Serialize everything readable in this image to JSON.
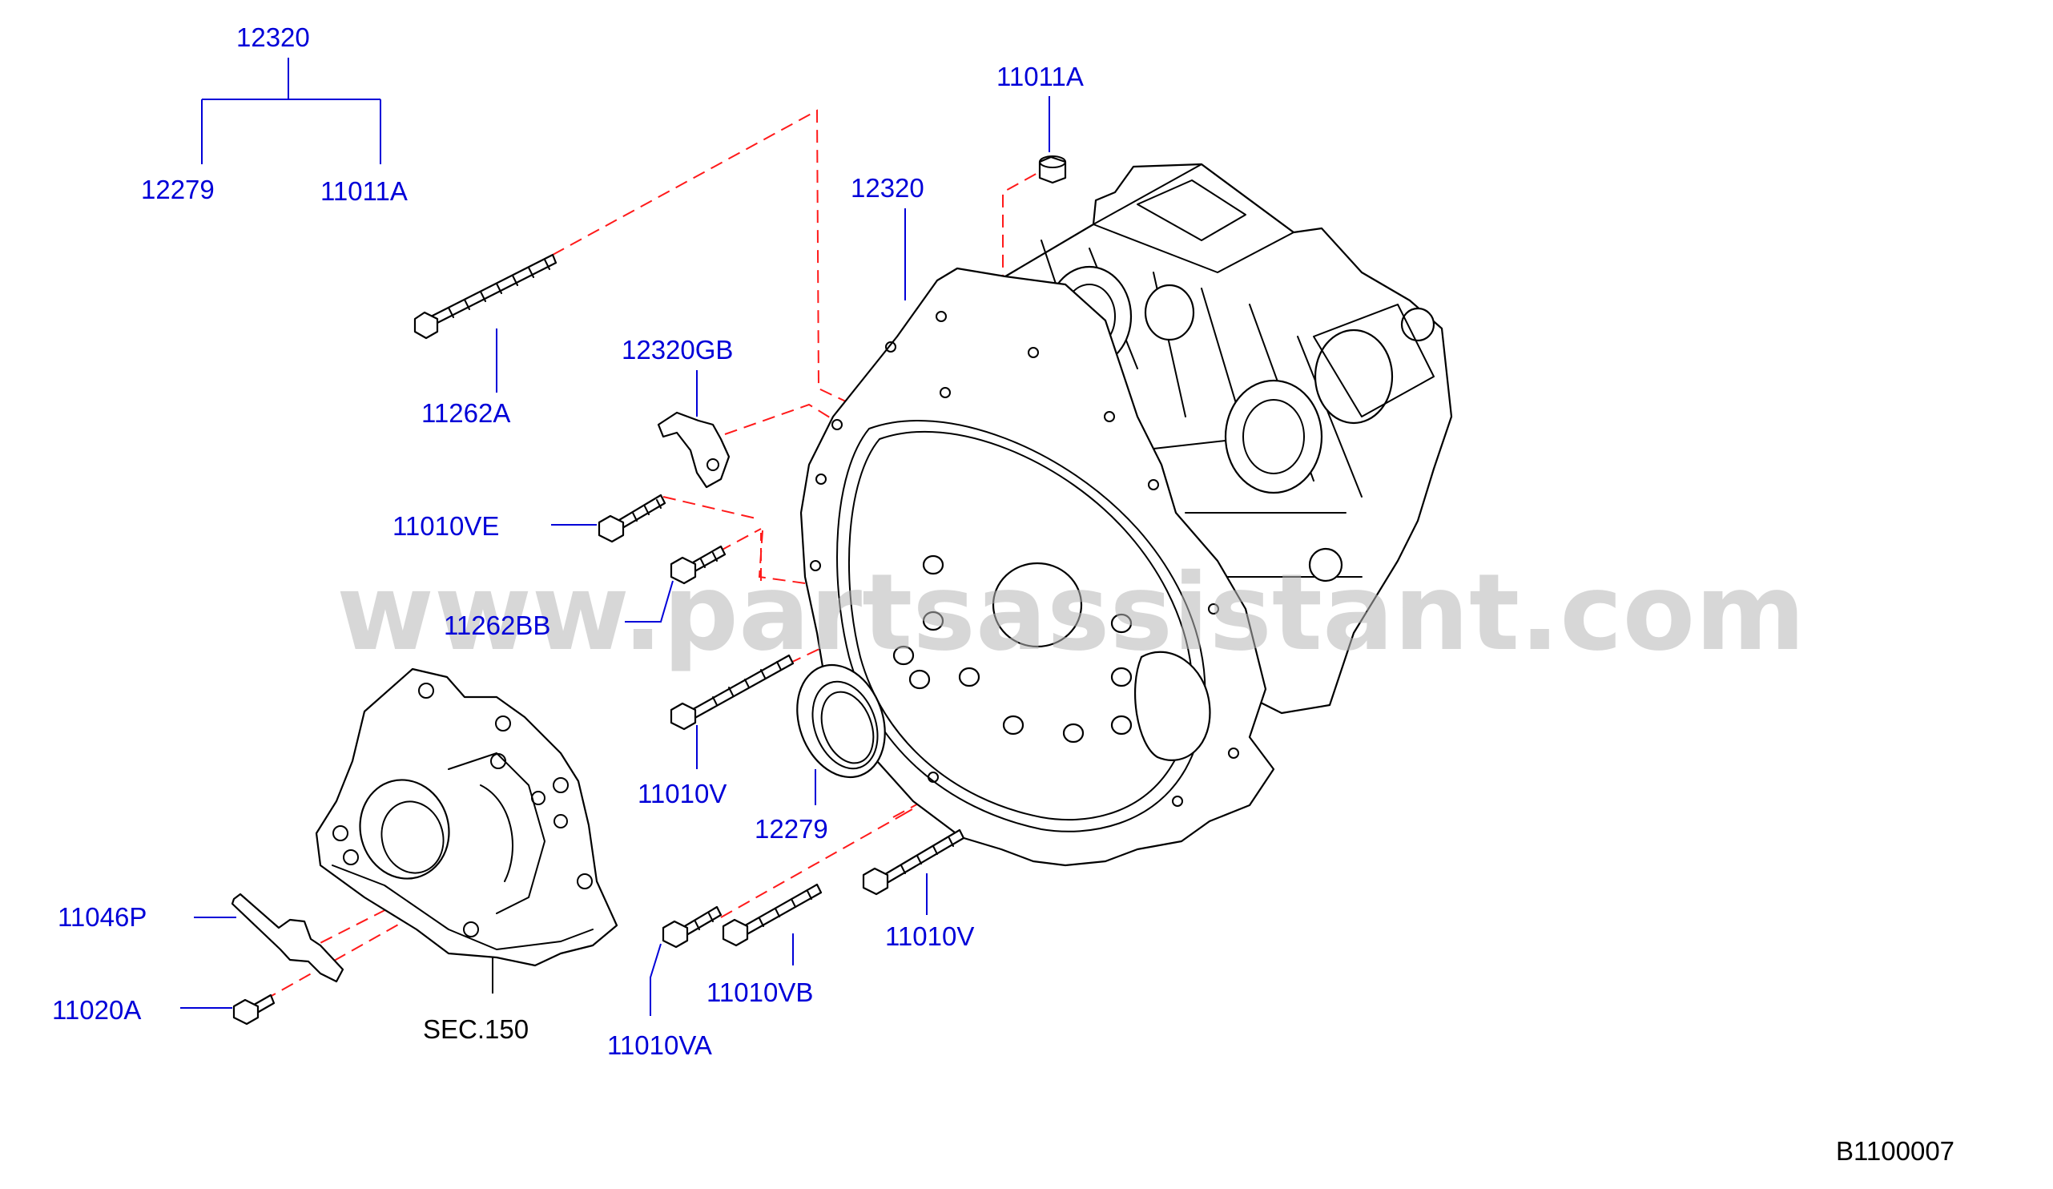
{
  "watermark": "www.partsassistant.com",
  "diagram_code": "B1100007",
  "tree": {
    "parent": "12320",
    "children": [
      "12279",
      "11011A"
    ]
  },
  "callouts": {
    "c_11011A": "11011A",
    "c_12320": "12320",
    "c_12320GB": "12320GB",
    "c_11262A": "11262A",
    "c_11010VE": "11010VE",
    "c_11262BB": "11262BB",
    "c_11010V_a": "11010V",
    "c_12279": "12279",
    "c_11046P": "11046P",
    "c_11020A": "11020A",
    "c_sec150": "SEC.150",
    "c_11010VA": "11010VA",
    "c_11010VB": "11010VB",
    "c_11010V_b": "11010V"
  },
  "colors": {
    "label": "#0000d8",
    "dash": "#ff1a1a",
    "line": "#000000",
    "watermark": "#b8b8b8"
  }
}
